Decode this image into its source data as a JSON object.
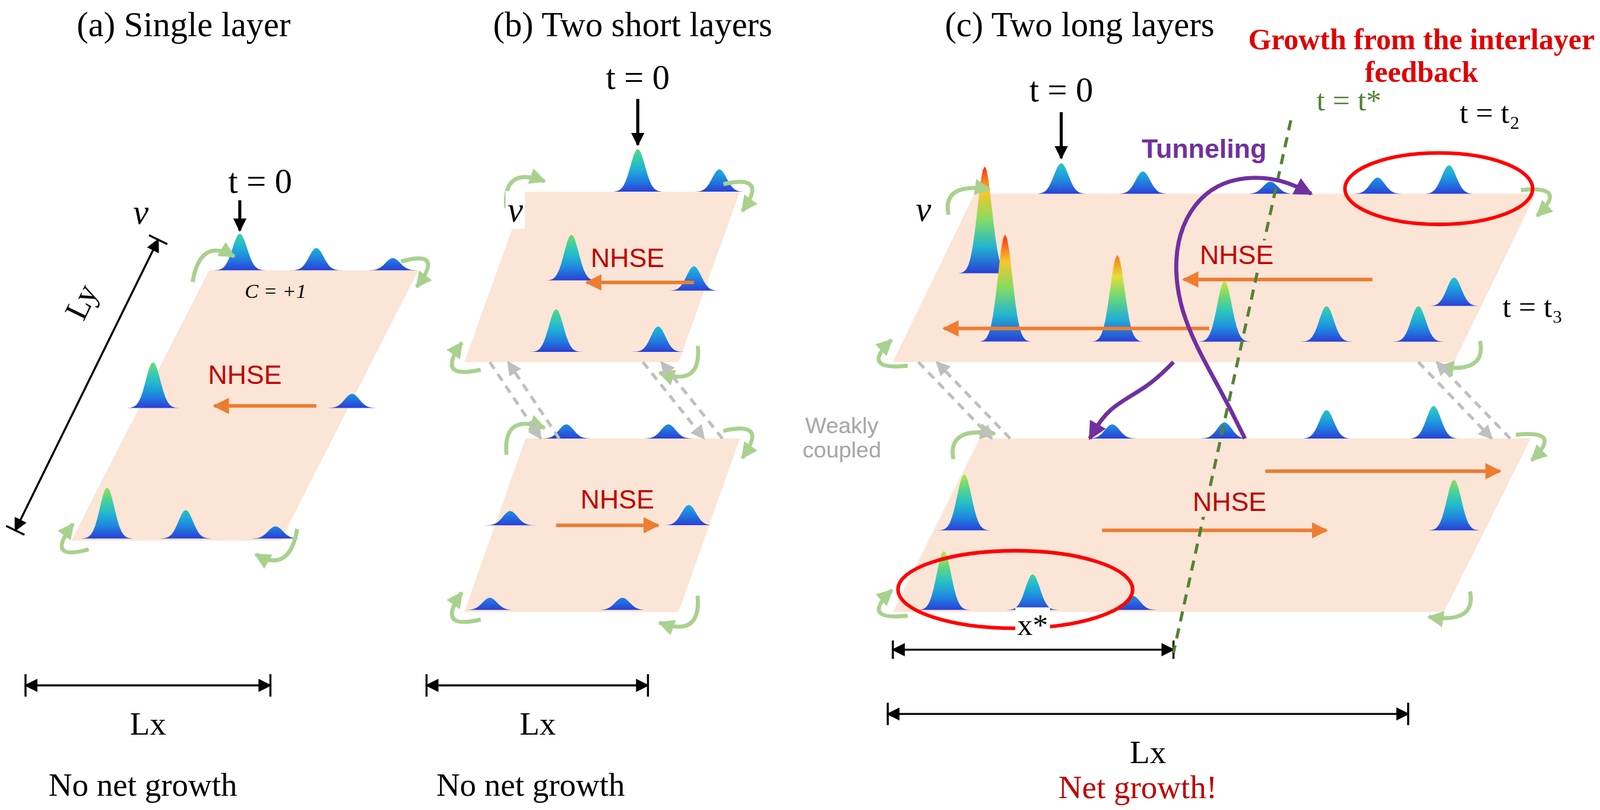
{
  "diagram": {
    "nodes": [
      {
        "text": [
          "C = +1",
          "NHSE"
        ]
      },
      {
        "text": [
          "NHSE"
        ]
      },
      {
        "text": [
          "NHSE"
        ]
      },
      {
        "text": [
          "NHSE"
        ]
      },
      {
        "text": [
          "NHSE"
        ]
      }
    ],
    "edges": [
      {
        "from": 1,
        "to": 2,
        "arrow": "to"
      },
      {
        "from": 2,
        "to": 1,
        "arrow": "to"
      },
      {
        "from": 1,
        "to": 2,
        "arrow": "to"
      },
      {
        "from": 2,
        "to": 1,
        "arrow": "to"
      },
      {
        "from": 4,
        "to": 3,
        "arrow": "to",
        "label": "Tunneling"
      },
      {
        "from": 3,
        "to": 4,
        "arrow": "to"
      },
      {
        "from": 3,
        "to": 4,
        "arrow": "to"
      },
      {
        "from": 4,
        "to": 3,
        "arrow": "to"
      },
      {
        "from": 3,
        "to": 4,
        "arrow": "to"
      },
      {
        "from": 4,
        "to": 3,
        "arrow": "to"
      }
    ],
    "labels": [
      "(a) Single layer",
      "(b) Two short layers",
      "(c) Two long layers",
      "Growth from the interlayer feedback",
      "t = 0",
      "v",
      "Ly",
      "Lx",
      "No net growth",
      "t = 0",
      "v",
      "Weakly coupled",
      "Lx",
      "No net growth",
      "t = 0",
      "v",
      "t = t*",
      "t = t₂",
      "t = t₃",
      "x*",
      "Lx",
      "Net growth!"
    ]
  }
}
